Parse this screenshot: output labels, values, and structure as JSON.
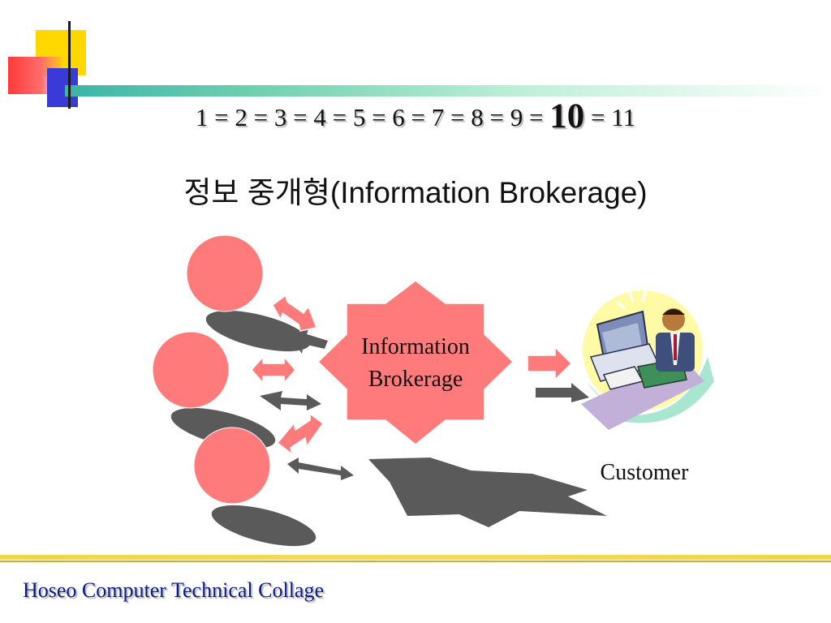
{
  "slide": {
    "equation": {
      "before": "1 = 2 = 3 = 4 = 5 = 6 = 7 = 8 = 9 =",
      "highlight": "10",
      "after": "= 11"
    },
    "subtitle": "정보 중개형(Information Brokerage)",
    "diagram": {
      "broker_label_line1": "Information",
      "broker_label_line2": "Brokerage",
      "customer_label": "Customer"
    },
    "footer": "Hoseo Computer Technical Collage"
  },
  "colors": {
    "shape_fill": "#ff7a7a",
    "shadow_fill": "#5a5a5a",
    "footer_text": "#0a1a8c",
    "accent_yellow": "#ffd800",
    "accent_blue": "#3a3ad8",
    "accent_red": "#ff3a3a"
  }
}
